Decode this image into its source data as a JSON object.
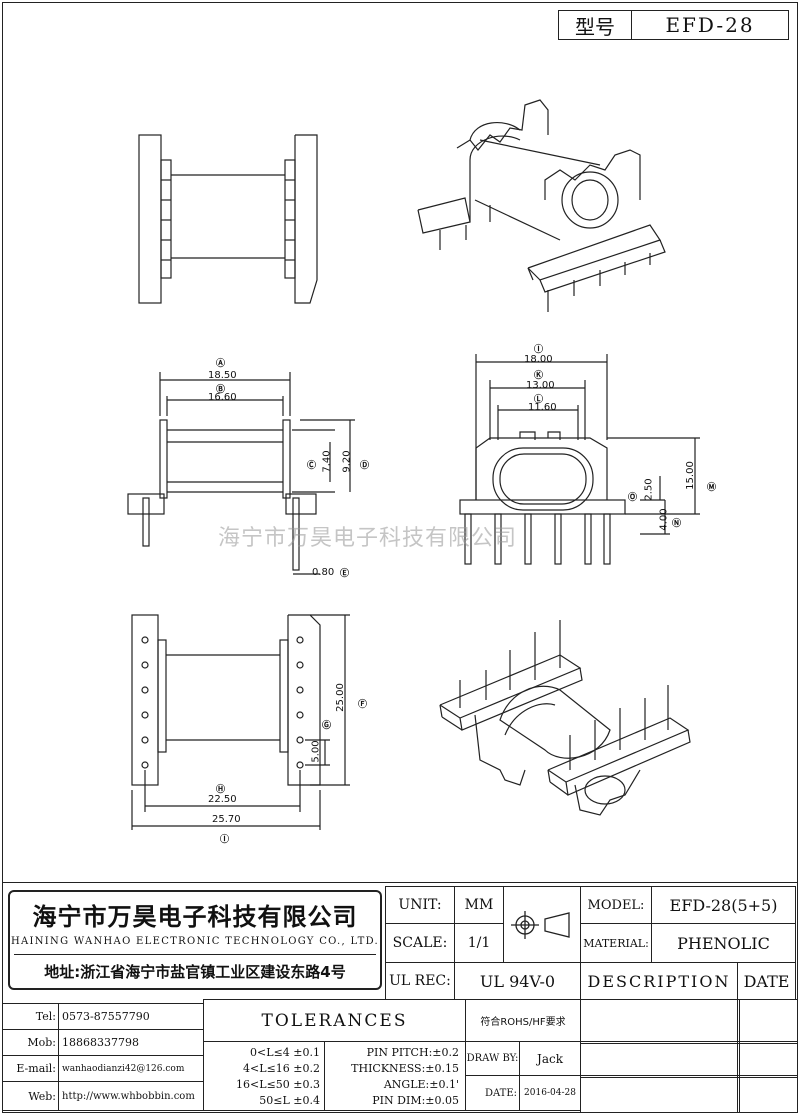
{
  "header": {
    "type_label": "型号",
    "type_value": "EFD-28"
  },
  "dimensions": {
    "A": "Ⓐ",
    "A_val": "18.50",
    "B": "Ⓑ",
    "B_val": "16.60",
    "C": "Ⓒ",
    "C_val": "7.40",
    "D": "Ⓓ",
    "D_val": "9.20",
    "E": "Ⓔ",
    "E_val": "0.80",
    "F": "Ⓕ",
    "F_val": "25.00",
    "G": "Ⓖ",
    "G_val": "5.00",
    "H": "Ⓗ",
    "H_val": "22.50",
    "I": "Ⓘ",
    "I_val": "25.70",
    "J": "Ⓘ",
    "J_val": "18.00",
    "K": "Ⓚ",
    "K_val": "13.00",
    "L": "Ⓛ",
    "L_val": "11.60",
    "M": "Ⓜ",
    "M_val": "15.00",
    "N": "Ⓝ",
    "N_val": "4.00",
    "O": "Ⓞ",
    "O_val": "2.50"
  },
  "watermark": "海宁市万昊电子科技有限公司",
  "company": {
    "name_cn": "海宁市万昊电子科技有限公司",
    "name_en": "HAINING WANHAO ELECTRONIC TECHNOLOGY CO., LTD.",
    "address": "地址:浙江省海宁市盐官镇工业区建设东路4号"
  },
  "contact": [
    {
      "label": "Tel:",
      "value": "0573-87557790"
    },
    {
      "label": "Mob:",
      "value": "18868337798"
    },
    {
      "label": "E-mail:",
      "value": "wanhaodianzi42@126.com"
    },
    {
      "label": "Web:",
      "value": "http://www.whbobbin.com"
    }
  ],
  "spec": {
    "unit_label": "UNIT:",
    "unit_value": "MM",
    "scale_label": "SCALE:",
    "scale_value": "1/1",
    "ulrec_label": "UL REC:",
    "ulrec_value": "UL 94V-0",
    "model_label": "MODEL:",
    "model_value": "EFD-28(5+5)",
    "material_label": "MATERIAL:",
    "material_value": "PHENOLIC",
    "description_label": "DESCRIPTION",
    "date_label": "DATE"
  },
  "tolerances": {
    "title": "TOLERANCES",
    "rohs": "符合ROHS/HF要求",
    "ranges": [
      "0<L≤4 ±0.1",
      "4<L≤16 ±0.2",
      "16<L≤50 ±0.3",
      "50≤L ±0.4"
    ],
    "others": [
      "PIN PITCH:±0.2",
      "THICKNESS:±0.15",
      "ANGLE:±0.1'",
      "PIN DIM:±0.05"
    ],
    "draw_by_label": "DRAW BY:",
    "draw_by_value": "Jack",
    "date_label": "DATE:",
    "date_value": "2016-04-28"
  }
}
